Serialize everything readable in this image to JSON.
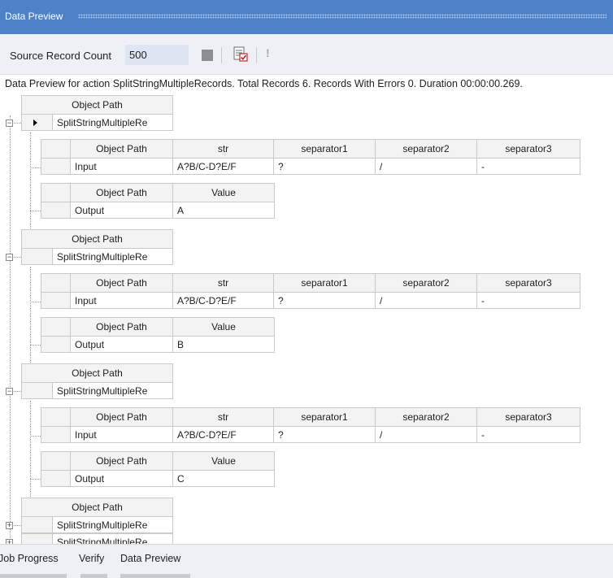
{
  "window": {
    "title": "Data Preview"
  },
  "toolbar": {
    "source_count_label": "Source Record Count",
    "source_count_value": "500",
    "stop_icon": "stop-icon",
    "preview_icon": "data-preview-icon",
    "exclamation_icon": "exclamation-icon"
  },
  "status_text": "Data Preview for action SplitStringMultipleRecords. Total Records 6. Records With Errors 0. Duration 00:00:00.269.",
  "records": [
    {
      "header": "Object Path",
      "path": "SplitStringMultipleRe",
      "input": {
        "columns": [
          "Object Path",
          "str",
          "separator1",
          "separator2",
          "separator3"
        ],
        "row": [
          "Input",
          "A?B/C-D?E/F",
          "?",
          "/",
          "-"
        ]
      },
      "output": {
        "columns": [
          "Object Path",
          "Value"
        ],
        "row": [
          "Output",
          "A"
        ]
      }
    },
    {
      "header": "Object Path",
      "path": "SplitStringMultipleRe",
      "input": {
        "columns": [
          "Object Path",
          "str",
          "separator1",
          "separator2",
          "separator3"
        ],
        "row": [
          "Input",
          "A?B/C-D?E/F",
          "?",
          "/",
          "-"
        ]
      },
      "output": {
        "columns": [
          "Object Path",
          "Value"
        ],
        "row": [
          "Output",
          "B"
        ]
      }
    },
    {
      "header": "Object Path",
      "path": "SplitStringMultipleRe",
      "input": {
        "columns": [
          "Object Path",
          "str",
          "separator1",
          "separator2",
          "separator3"
        ],
        "row": [
          "Input",
          "A?B/C-D?E/F",
          "?",
          "/",
          "-"
        ]
      },
      "output": {
        "columns": [
          "Object Path",
          "Value"
        ],
        "row": [
          "Output",
          "C"
        ]
      }
    },
    {
      "header": "Object Path",
      "path": "SplitStringMultipleRe"
    },
    {
      "path": "SplitStringMultipleRe"
    }
  ],
  "bottom_tabs": [
    "Job Progress",
    "Verify",
    "Data Preview"
  ]
}
